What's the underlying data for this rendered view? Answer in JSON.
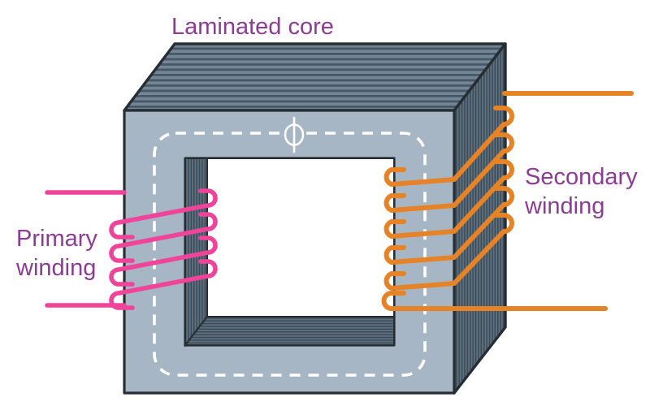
{
  "title": "Transformer laminated core diagram",
  "labels": {
    "laminated_core": "Laminated core",
    "primary_winding": "Primary winding",
    "secondary_winding": "Secondary winding"
  },
  "flux": {
    "symbol": "ϕ",
    "path_style": "white dashed loop through core limbs"
  },
  "core": {
    "type": "laminated",
    "shape": "rectangular frame with window",
    "front_face_color": "#A7B6C5",
    "top_face_color": "#738696",
    "side_face_color": "#5D7080",
    "lamination_line_color": "#475866",
    "outline_color": "#262D33"
  },
  "windings": [
    {
      "name": "Primary winding",
      "side": "left",
      "color": "#F0449B",
      "visible_turns": 4,
      "leads": [
        "top-left",
        "bottom-left"
      ]
    },
    {
      "name": "Secondary winding",
      "side": "right",
      "color": "#E68326",
      "visible_turns": 6,
      "leads": [
        "top-right",
        "bottom-right"
      ]
    }
  ],
  "colors": {
    "background": "#FFFFFF",
    "label_text": "#8C3C94",
    "flux_dash": "#FFFFFF",
    "primary_wire": "#F0449B",
    "secondary_wire": "#E68326"
  }
}
